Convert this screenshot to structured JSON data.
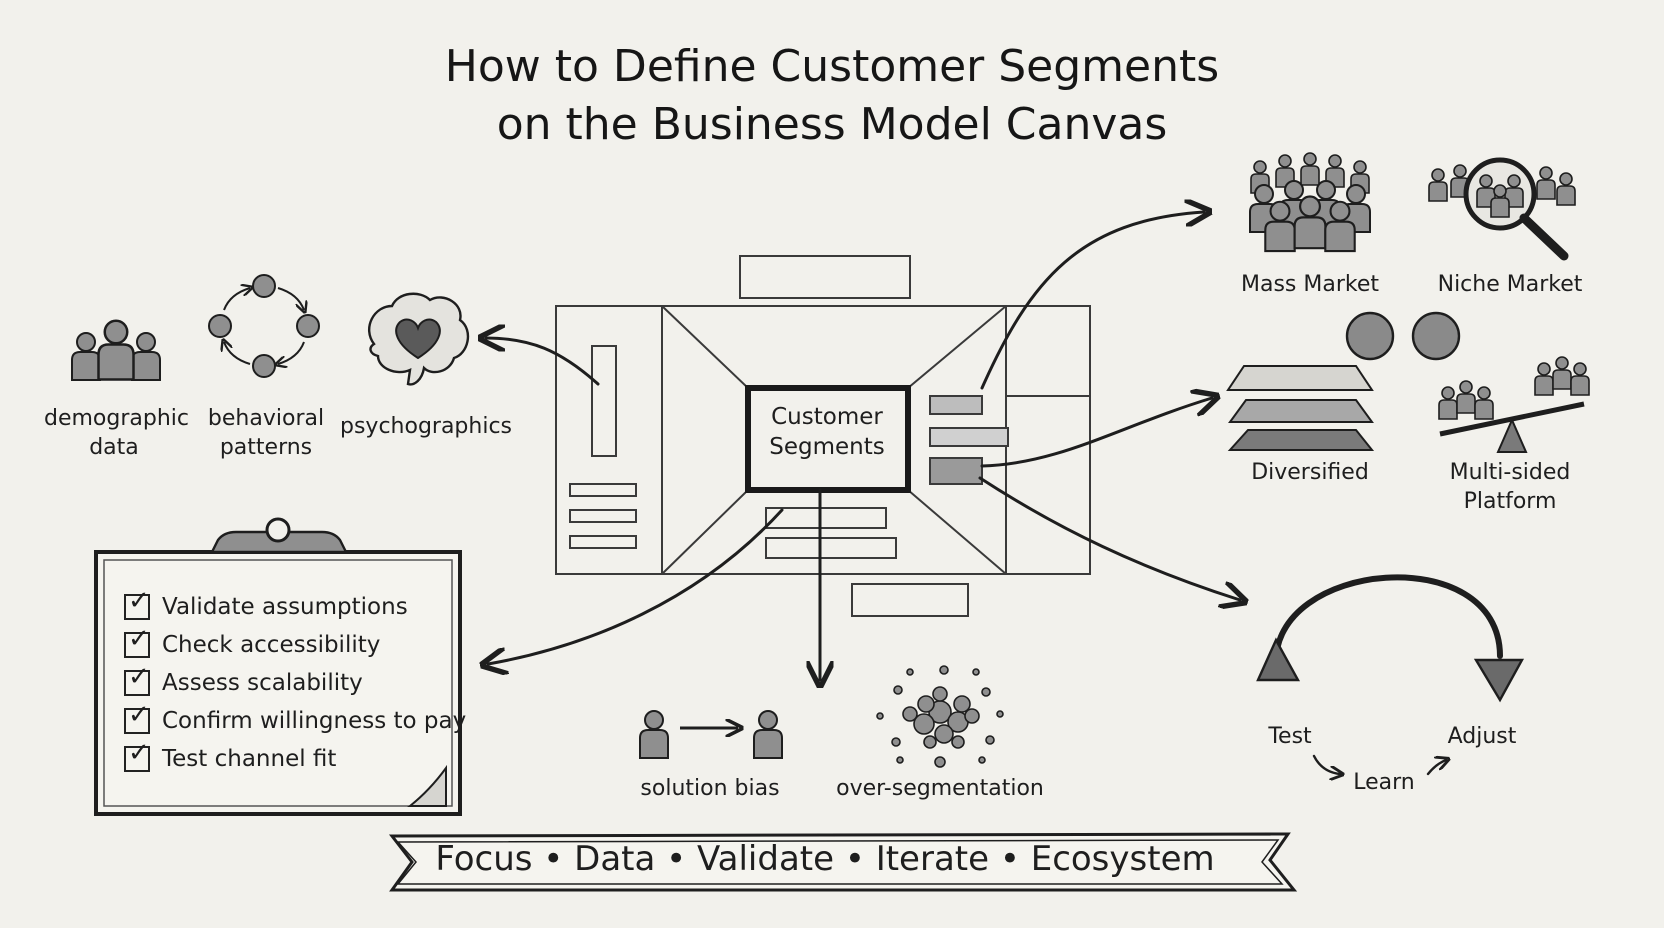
{
  "title": {
    "line1": "How to Define Customer Segments",
    "line2": "on the Business Model Canvas"
  },
  "canvas": {
    "center_label_line1": "Customer",
    "center_label_line2": "Segments"
  },
  "inputs": [
    {
      "id": "demographic",
      "line1": "demographic",
      "line2": "data",
      "icon": "people-group-icon"
    },
    {
      "id": "behavioral",
      "line1": "behavioral",
      "line2": "patterns",
      "icon": "cycle-icon"
    },
    {
      "id": "psychographics",
      "line1": "psychographics",
      "line2": "",
      "icon": "brain-heart-icon"
    }
  ],
  "segment_types": [
    {
      "id": "mass-market",
      "line1": "Mass Market",
      "line2": "",
      "icon": "crowd-icon"
    },
    {
      "id": "niche-market",
      "line1": "Niche Market",
      "line2": "",
      "icon": "magnifier-group-icon"
    },
    {
      "id": "diversified",
      "line1": "Diversified",
      "line2": "",
      "icon": "layers-icon"
    },
    {
      "id": "multi-sided",
      "line1": "Multi-sided",
      "line2": "Platform",
      "icon": "balance-scale-icon"
    }
  ],
  "checklist": {
    "items": [
      "Validate assumptions",
      "Check accessibility",
      "Assess scalability",
      "Confirm willingness to pay",
      "Test channel fit"
    ],
    "check_glyph": "✓"
  },
  "pitfalls": [
    {
      "id": "solution-bias",
      "label": "solution bias",
      "icon": "person-arrow-person-icon"
    },
    {
      "id": "over-segmentation",
      "label": "over-segmentation",
      "icon": "scatter-cluster-icon"
    }
  ],
  "cycle": {
    "test": "Test",
    "learn": "Learn",
    "adjust": "Adjust"
  },
  "banner": {
    "text": "Focus • Data • Validate • Iterate • Ecosystem"
  },
  "colors": {
    "background": "#f2f1ec",
    "ink": "#1e1e1e",
    "shade": "#8c8c8c"
  }
}
